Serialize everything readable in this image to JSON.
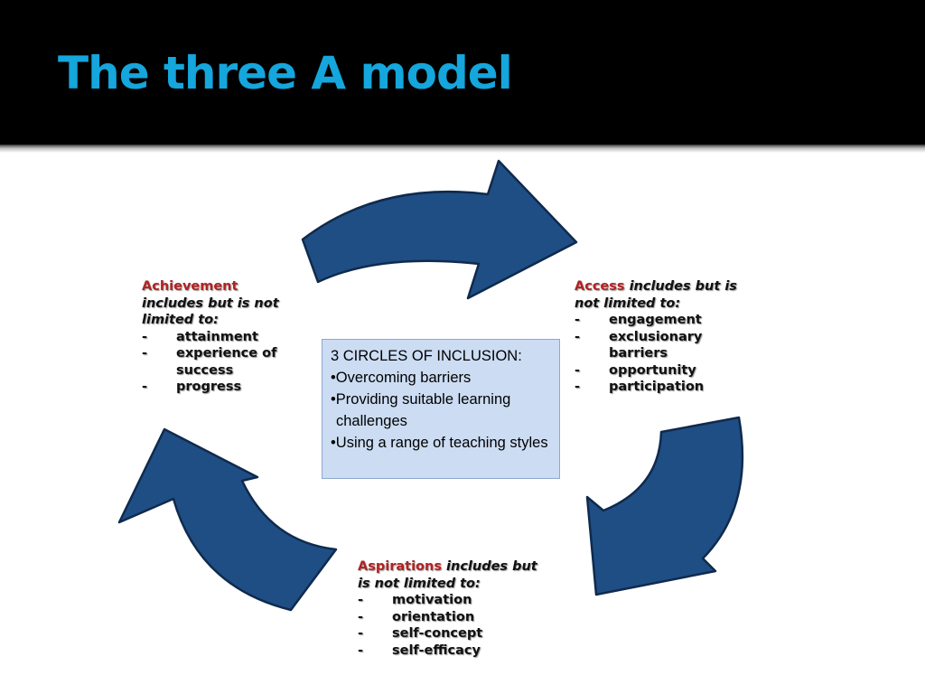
{
  "slide": {
    "title": "The three A model"
  },
  "achievement": {
    "heading": "Achievement",
    "subtitle": "includes but is not limited to:",
    "items": [
      "attainment",
      "experience of success",
      "progress"
    ]
  },
  "access": {
    "heading": "Access",
    "subtitle": "includes but is not limited to:",
    "items": [
      "engagement",
      "exclusionary barriers",
      "opportunity",
      "participation"
    ]
  },
  "aspirations": {
    "heading": "Aspirations",
    "subtitle": "includes but is not limited to:",
    "items": [
      "motivation",
      "orientation",
      "self-concept",
      "self-efficacy"
    ]
  },
  "center_box": {
    "heading": "3 CIRCLES OF INCLUSION:",
    "bullets": [
      "•Overcoming barriers",
      "•Providing suitable learning challenges",
      "•Using a range of teaching styles"
    ]
  },
  "item_marker": "-",
  "colors": {
    "title": "#14a6dc",
    "title_bar": "#000000",
    "arrow_fill": "#1f4e85",
    "heading_red": "#b22222",
    "center_box_fill": "#ccdcf3"
  }
}
